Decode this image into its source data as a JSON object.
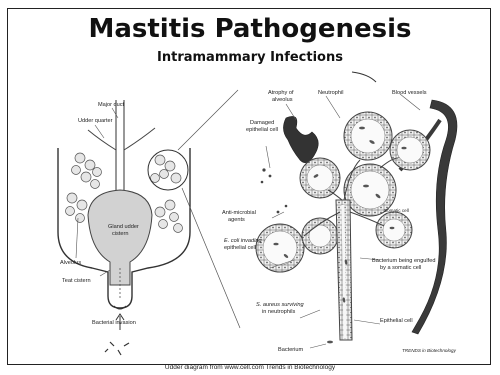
{
  "slide": {
    "title": "Mastitis Pathogenesis",
    "subtitle": "Intramammary Infections",
    "credit": "Udder diagram from www.cell.com Trends in Biotechnology"
  },
  "diagram": {
    "labels": {
      "major_duct": "Major duct",
      "udder_quarter": "Udder quarter",
      "gland_cistern_1": "Gland udder",
      "gland_cistern_2": "cistern",
      "alveolus": "Alveolus",
      "teat_cistern": "Teat cistern",
      "bacterial_invasion": "Bacterial invasion",
      "atrophy_1": "Atrophy of",
      "atrophy_2": "alveolus",
      "neutrophil": "Neutrophil",
      "blood_vessels": "Blood vessels",
      "damaged_1": "Damaged",
      "damaged_2": "epithelial cell",
      "antimicrobial_1": "Anti-microbial",
      "antimicrobial_2": "agents",
      "ecoli_1": "E. coli invading",
      "ecoli_2": "epithelial cell",
      "engulfed_1": "Bacterium being engulfed",
      "engulfed_2": "by a somatic cell",
      "saureus_1": "S. aureus surviving",
      "saureus_2": "in neutrophils",
      "epithelial_cell": "Epithelial cell",
      "bacterium": "Bacterium",
      "journal": "TRENDS in Biotechnology",
      "somatic_tag": "Somatic cell"
    },
    "colors": {
      "outline": "#333333",
      "vessel": "#3a3a3a",
      "lobe_fill": "#e6e6e6",
      "cistern_fill": "#d2d2d2"
    }
  }
}
